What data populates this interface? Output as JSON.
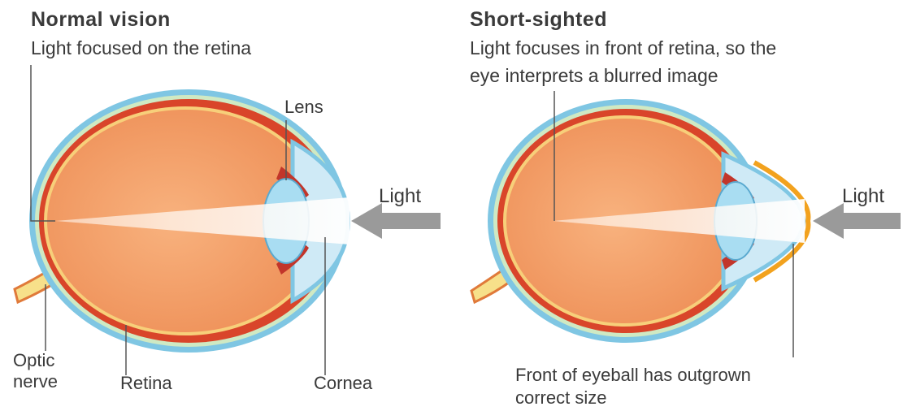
{
  "left": {
    "title": "Normal vision",
    "subtitle": "Light focused on the retina",
    "labels": {
      "lens": "Lens",
      "light": "Light",
      "optic_nerve_line1": "Optic",
      "optic_nerve_line2": "nerve",
      "retina": "Retina",
      "cornea": "Cornea"
    }
  },
  "right": {
    "title": "Short-sighted",
    "subtitle_line1": "Light focuses in front of retina, so the",
    "subtitle_line2": "eye interprets a blurred image",
    "labels": {
      "light": "Light",
      "outgrown_line1": "Front of eyeball has outgrown",
      "outgrown_line2": "correct size"
    }
  },
  "colors": {
    "eyeball_fill": "#f5a36b",
    "retina_red": "#d9452a",
    "outer_blue": "#7fc6e3",
    "lens_blue": "#a9ddf2",
    "light_arrow": "#9a9a9a",
    "outgrown_orange": "#f2a21e"
  }
}
